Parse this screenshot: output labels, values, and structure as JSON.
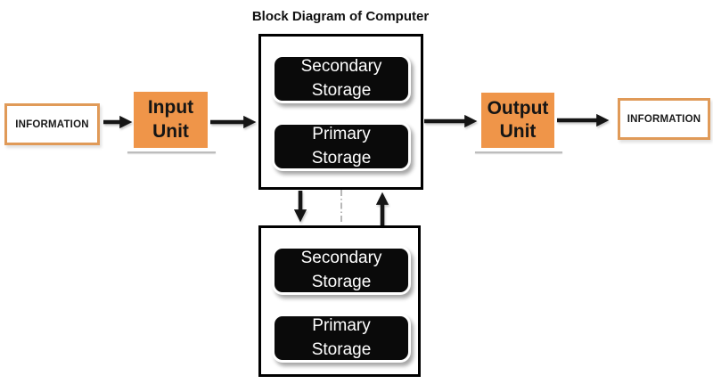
{
  "title": "Block Diagram of Computer",
  "nodes": {
    "info_left": "INFORMATION",
    "input_unit": "Input\nUnit",
    "output_unit": "Output\nUnit",
    "info_right": "INFORMATION",
    "storage_top": {
      "secondary": "Secondary\nStorage",
      "primary": "Primary\nStorage"
    },
    "storage_bottom": {
      "secondary": "Secondary\nStorage",
      "primary": "Primary\nStorage"
    }
  },
  "colors": {
    "unit_fill": "#EF9549",
    "info_border": "#E09A58",
    "storage_fill": "#0A0A0A",
    "storage_text": "#FFFFFF",
    "outline": "#000000",
    "arrow": "#151515",
    "background": "#FFFFFF"
  }
}
